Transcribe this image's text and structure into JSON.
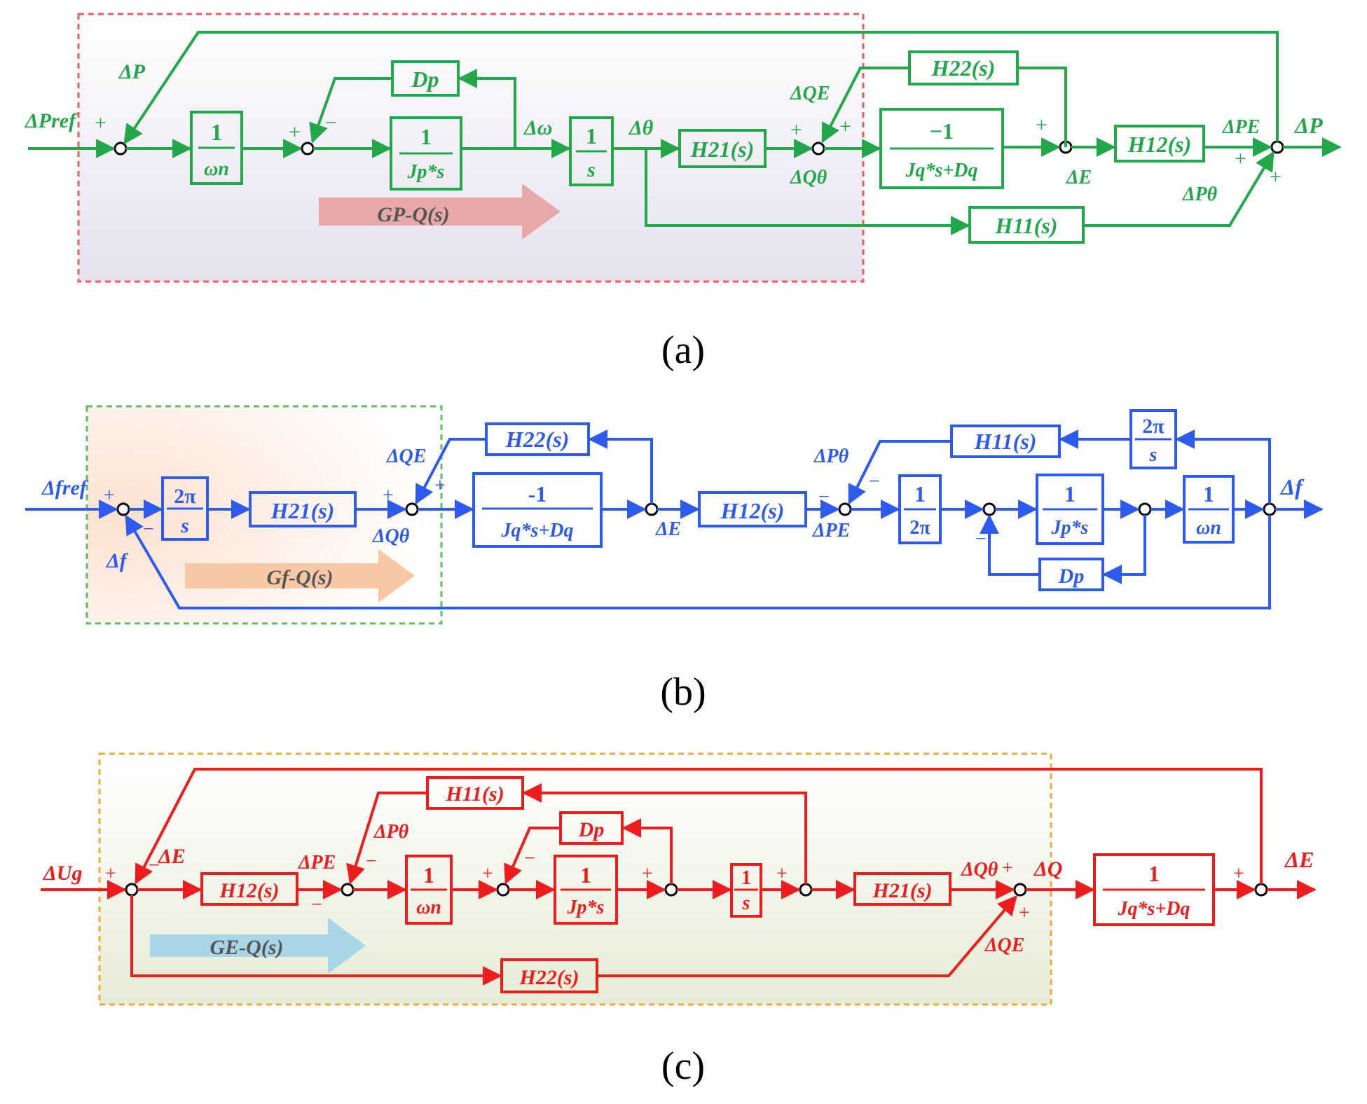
{
  "colors": {
    "a": "#22a84a",
    "b": "#2d5bf0",
    "c": "#ee1c1c",
    "a_box_border": "#ee5d5d",
    "b_box_border": "#5bbf63",
    "c_box_border": "#f2a93b",
    "a_arrow": "#e8a8a8",
    "b_arrow": "#f6c8a6",
    "c_arrow": "#a9d6e6"
  },
  "panels": {
    "a": {
      "caption": "(a)",
      "blocks": {
        "inv_wn": {
          "num": "1",
          "den": "ωn"
        },
        "inv_jps": {
          "num": "1",
          "den": "Jp*s"
        },
        "dp": "Dp",
        "inv_s": {
          "num": "1",
          "den": "s"
        },
        "h21": "H21(s)",
        "q_block": {
          "num": "−1",
          "den": "Jq*s+Dq"
        },
        "h22": "H22(s)",
        "h12": "H12(s)",
        "h11": "H11(s)"
      },
      "signals": {
        "dpref": "ΔPref",
        "dp_fb": "ΔP",
        "dw": "Δω",
        "dtheta": "Δθ",
        "dqe": "ΔQE",
        "dqtheta": "ΔQθ",
        "de": "ΔE",
        "dpe": "ΔPE",
        "dptheta": "ΔPθ",
        "dp_out": "ΔP"
      },
      "signs": [
        "+",
        "+",
        "−",
        "+",
        "+",
        "+",
        "+",
        "+"
      ],
      "arrow_label": "GP-Q(s)"
    },
    "b": {
      "caption": "(b)",
      "blocks": {
        "two_pi_s": {
          "num": "2π",
          "den": "s"
        },
        "h21": "H21(s)",
        "q_block": {
          "num": "-1",
          "den": "Jq*s+Dq"
        },
        "h22": "H22(s)",
        "h12": "H12(s)",
        "inv_2pi": {
          "num": "1",
          "den": "2π"
        },
        "inv_jps": {
          "num": "1",
          "den": "Jp*s"
        },
        "dp": "Dp",
        "inv_wn": {
          "num": "1",
          "den": "ωn"
        },
        "h11": "H11(s)",
        "two_pi_s_fb": {
          "num": "2π",
          "den": "s"
        }
      },
      "signals": {
        "dfref": "Δfref",
        "df_fb": "Δf",
        "dqe": "ΔQE",
        "dqtheta": "ΔQθ",
        "de": "ΔE",
        "dptheta": "ΔPθ",
        "dpe": "ΔPE",
        "df_out": "Δf"
      },
      "signs": [
        "+",
        "−",
        "+",
        "+",
        "−",
        "−",
        "−"
      ],
      "arrow_label": "Gf-Q(s)"
    },
    "c": {
      "caption": "(c)",
      "blocks": {
        "h12": "H12(s)",
        "inv_wn": {
          "num": "1",
          "den": "ωn"
        },
        "inv_jps": {
          "num": "1",
          "den": "Jp*s"
        },
        "dp": "Dp",
        "inv_s": {
          "num": "1",
          "den": "s"
        },
        "h21": "H21(s)",
        "h11": "H11(s)",
        "h22": "H22(s)",
        "q_block": {
          "num": "1",
          "den": "Jq*s+Dq"
        }
      },
      "signals": {
        "dug": "ΔUg",
        "de_fb": "ΔE",
        "dpe": "ΔPE",
        "dptheta": "ΔPθ",
        "dqtheta": "ΔQθ",
        "dq": "ΔQ",
        "dqe": "ΔQE",
        "de_out": "ΔE"
      },
      "signs": [
        "+",
        "−",
        "−",
        "−",
        "+",
        "−",
        "+",
        "+",
        "+",
        "+",
        "+"
      ],
      "arrow_label": "GE-Q(s)"
    }
  }
}
